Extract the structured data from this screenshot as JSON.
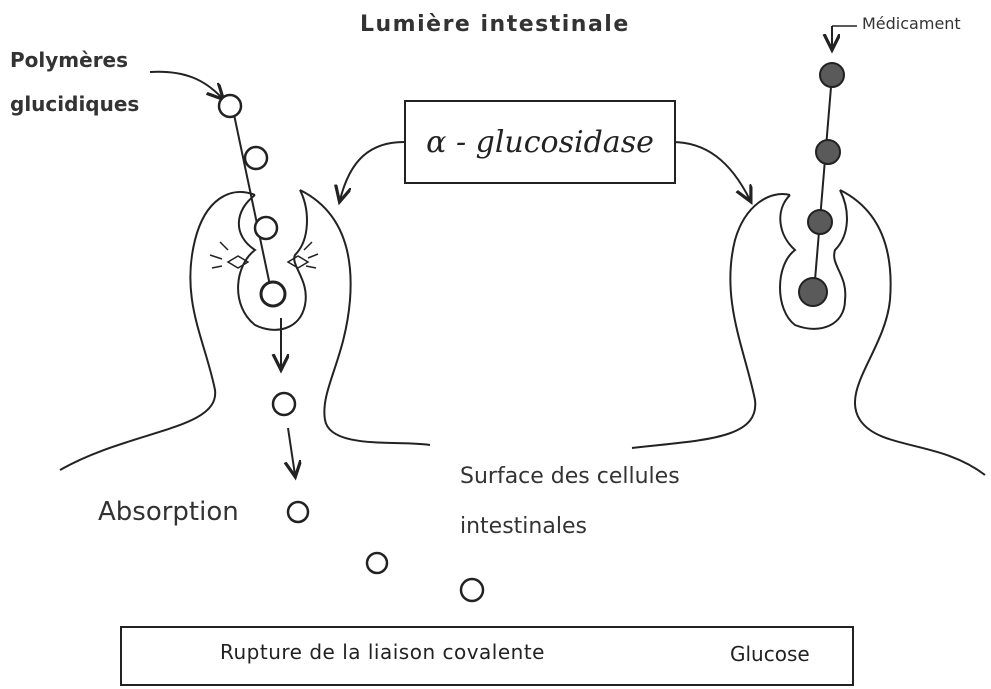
{
  "labels": {
    "title": "Lumière intestinale",
    "polymers_line1": "Polymères",
    "polymers_line2": "glucidiques",
    "drug": "Médicament",
    "enzyme": "α - glucosidase",
    "absorption": "Absorption",
    "surface_line1": "Surface des cellules",
    "surface_line2": "intestinales"
  },
  "legend": {
    "bond_rupture": "Rupture de la liaison covalente",
    "glucose": "Glucose"
  },
  "colors": {
    "line": "#222222",
    "drug_fill": "#5a5a5a",
    "glucose_fill": "#ffffff"
  }
}
